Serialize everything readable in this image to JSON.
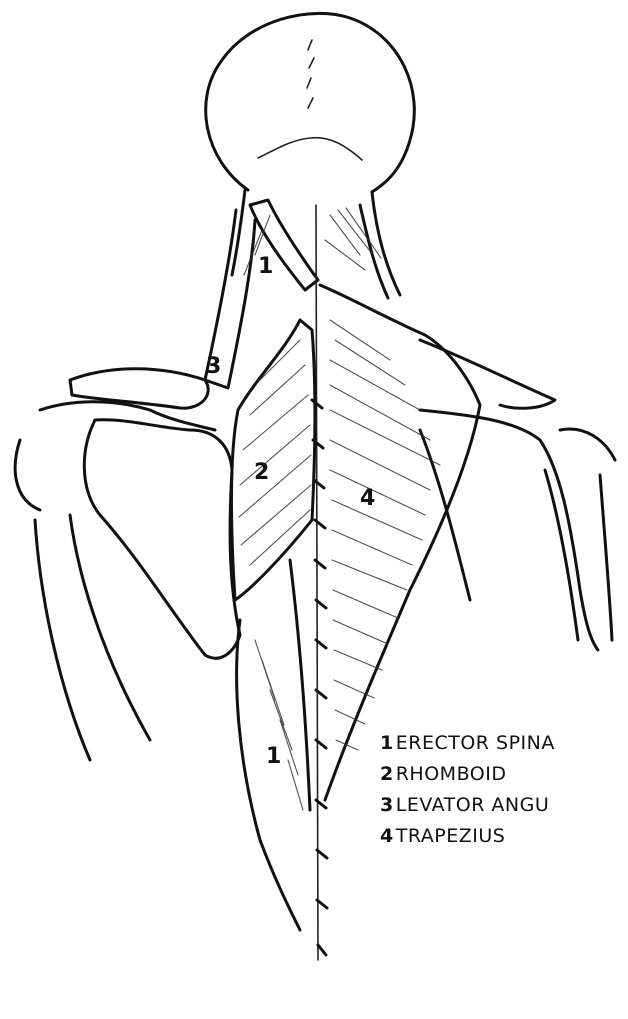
{
  "diagram": {
    "markers": [
      {
        "id": "m1-neck",
        "text": "1"
      },
      {
        "id": "m3",
        "text": "3"
      },
      {
        "id": "m2",
        "text": "2"
      },
      {
        "id": "m4",
        "text": "4"
      },
      {
        "id": "m1-lower",
        "text": "1"
      }
    ],
    "legend": [
      {
        "num": "1",
        "label": "ERECTOR SPINA"
      },
      {
        "num": "2",
        "label": "RHOMBOID"
      },
      {
        "num": "3",
        "label": "LEVATOR ANGU"
      },
      {
        "num": "4",
        "label": "TRAPEZIUS"
      }
    ]
  }
}
